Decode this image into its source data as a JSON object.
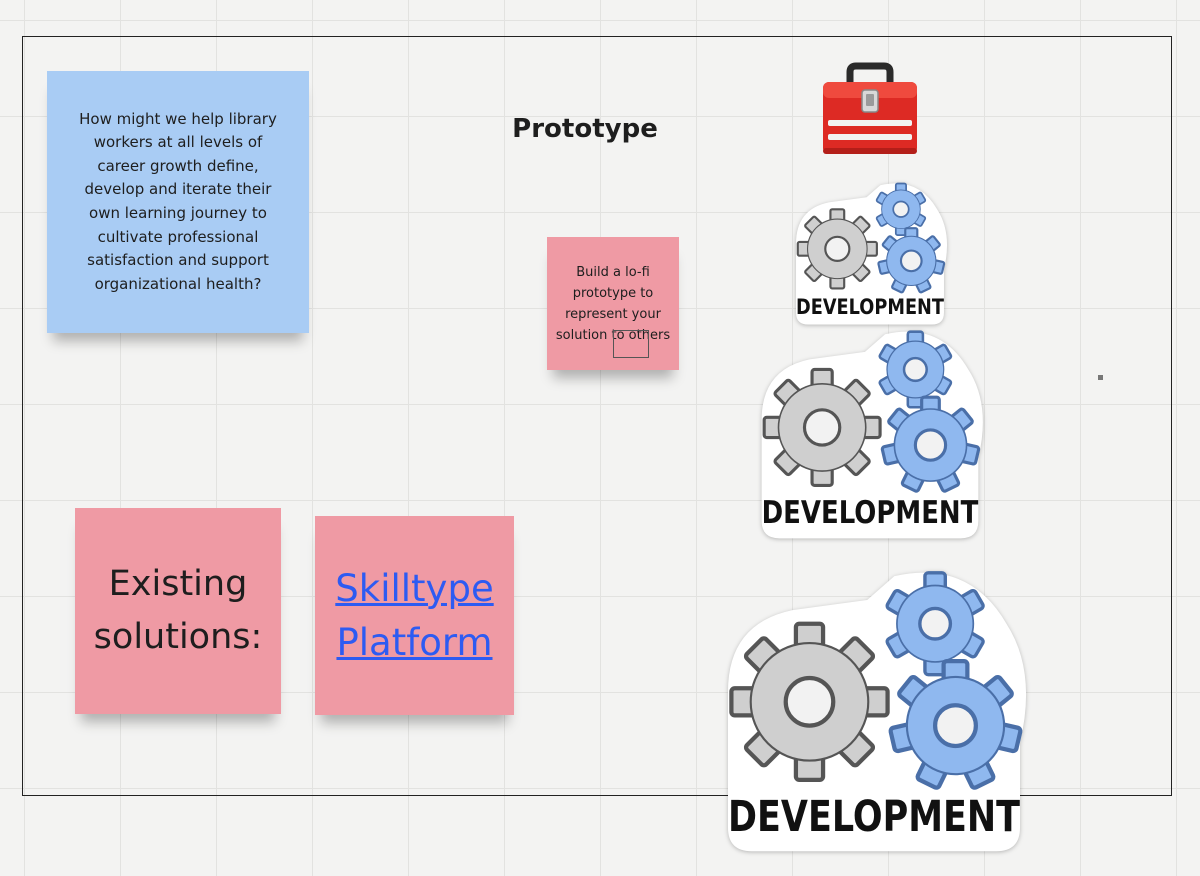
{
  "board": {
    "title": "Prototype"
  },
  "stickies": {
    "hmw": "How might we help library workers at all levels of career growth define, develop and iterate their own learning journey to cultivate professional satisfaction and support organizational health?",
    "prototype": "Build a lo-fi prototype to represent your solution to others",
    "existing": "Existing solutions:",
    "skilltype": "Skilltype Platform"
  },
  "stickers": {
    "development_small": "DEVELOPMENT",
    "development_medium": "DEVELOPMENT",
    "development_large": "DEVELOPMENT"
  },
  "icons": {
    "toolbox": "toolbox-icon",
    "gears": "gears-icon"
  },
  "colors": {
    "sticky_blue": "#a9ccf4",
    "sticky_pink": "#ef9aa4",
    "link": "#2d5bf2",
    "gear_gray": "#c9c9c9",
    "gear_blue": "#8fb8ef",
    "toolbox_red": "#dd2a24"
  }
}
